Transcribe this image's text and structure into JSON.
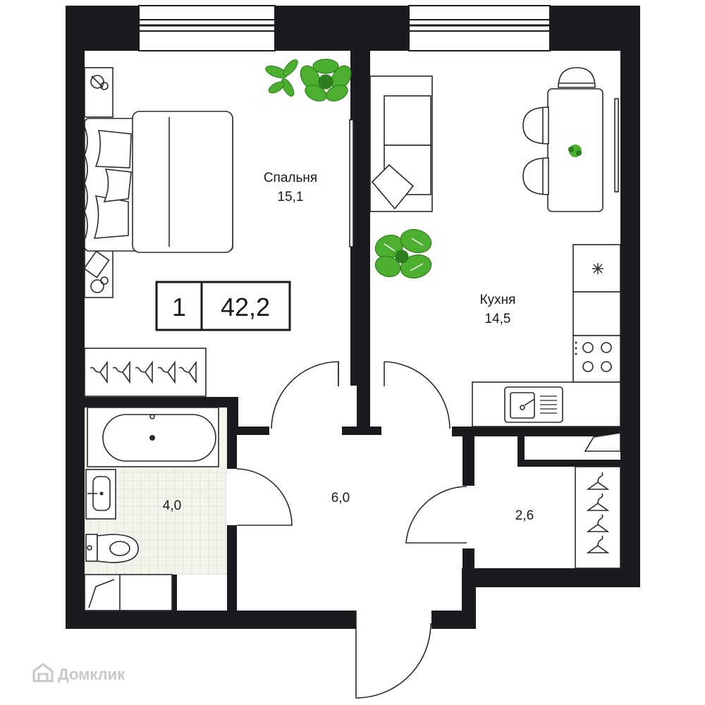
{
  "rooms": {
    "bedroom": {
      "name": "Спальня",
      "area": "15,1"
    },
    "kitchen": {
      "name": "Кухня",
      "area": "14,5"
    },
    "bathroom": {
      "area": "4,0"
    },
    "hallway": {
      "area": "6,0"
    },
    "storage": {
      "area": "2,6"
    }
  },
  "summary": {
    "rooms_count": "1",
    "total_area": "42,2"
  },
  "watermark": {
    "text": "Домклик"
  },
  "colors": {
    "wall": "#1a1a1f",
    "plant": "#4caf2f",
    "plant_dark": "#2e7d1e",
    "tile": "#f4f4ec",
    "watermark": "#c8c8c8"
  }
}
